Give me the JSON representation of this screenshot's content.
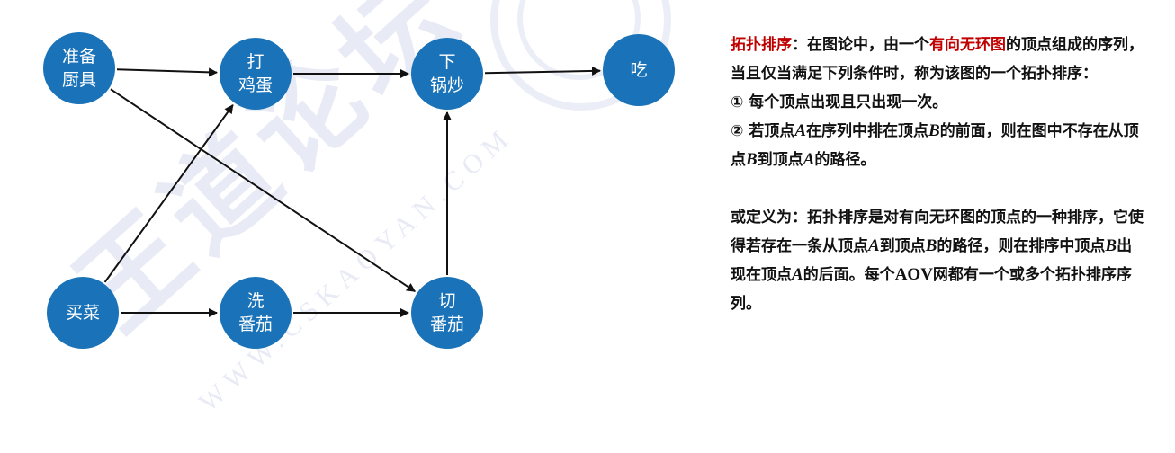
{
  "watermark": {
    "chars": "王道论坛",
    "url": "WWW.CSKAOYAN.COM"
  },
  "diagram": {
    "nodes": [
      {
        "id": "prepare",
        "lines": [
          "准备",
          "厨具"
        ]
      },
      {
        "id": "beat-eggs",
        "lines": [
          "打",
          "鸡蛋"
        ]
      },
      {
        "id": "stir-fry",
        "lines": [
          "下",
          "锅炒"
        ]
      },
      {
        "id": "eat",
        "lines": [
          "吃"
        ]
      },
      {
        "id": "buy-vegetables",
        "lines": [
          "买菜"
        ]
      },
      {
        "id": "wash-tomato",
        "lines": [
          "洗",
          "番茄"
        ]
      },
      {
        "id": "cut-tomato",
        "lines": [
          "切",
          "番茄"
        ]
      }
    ],
    "edges": [
      {
        "from": "prepare",
        "to": "beat-eggs"
      },
      {
        "from": "beat-eggs",
        "to": "stir-fry"
      },
      {
        "from": "stir-fry",
        "to": "eat"
      },
      {
        "from": "prepare",
        "to": "cut-tomato"
      },
      {
        "from": "buy-vegetables",
        "to": "beat-eggs"
      },
      {
        "from": "buy-vegetables",
        "to": "wash-tomato"
      },
      {
        "from": "wash-tomato",
        "to": "cut-tomato"
      },
      {
        "from": "cut-tomato",
        "to": "stir-fry"
      }
    ]
  },
  "definition": {
    "term": "拓扑排序",
    "intro_1": "：在图论中，由一个",
    "dag": "有向无环图",
    "intro_2": "的顶点组成的序列，当且仅当满足下列条件时，称为该图的一个拓扑排序：",
    "cond1": "① 每个顶点出现且只出现一次。",
    "cond2_a": "② 若顶点",
    "A": "A",
    "cond2_b": "在序列中排在顶点",
    "B": "B",
    "cond2_c": "的前面，则在图中不存在从顶点",
    "cond2_d": "到顶点",
    "cond2_e": "的路径。",
    "alt_1": "或定义为：拓扑排序是对有向无环图的顶点的一种排序，它使得若存在一条从顶点",
    "alt_2": "到顶点",
    "alt_3": "的路径，则在排序中顶点",
    "alt_4": "出现在顶点",
    "alt_5": "的后面。每个",
    "aov": "AOV",
    "alt_6": "网都有一个或多个拓扑排序序列。"
  },
  "colors": {
    "node_fill": "#1a73b8",
    "node_text": "#ffffff",
    "arrow": "#111111",
    "highlight": "#c00000"
  }
}
